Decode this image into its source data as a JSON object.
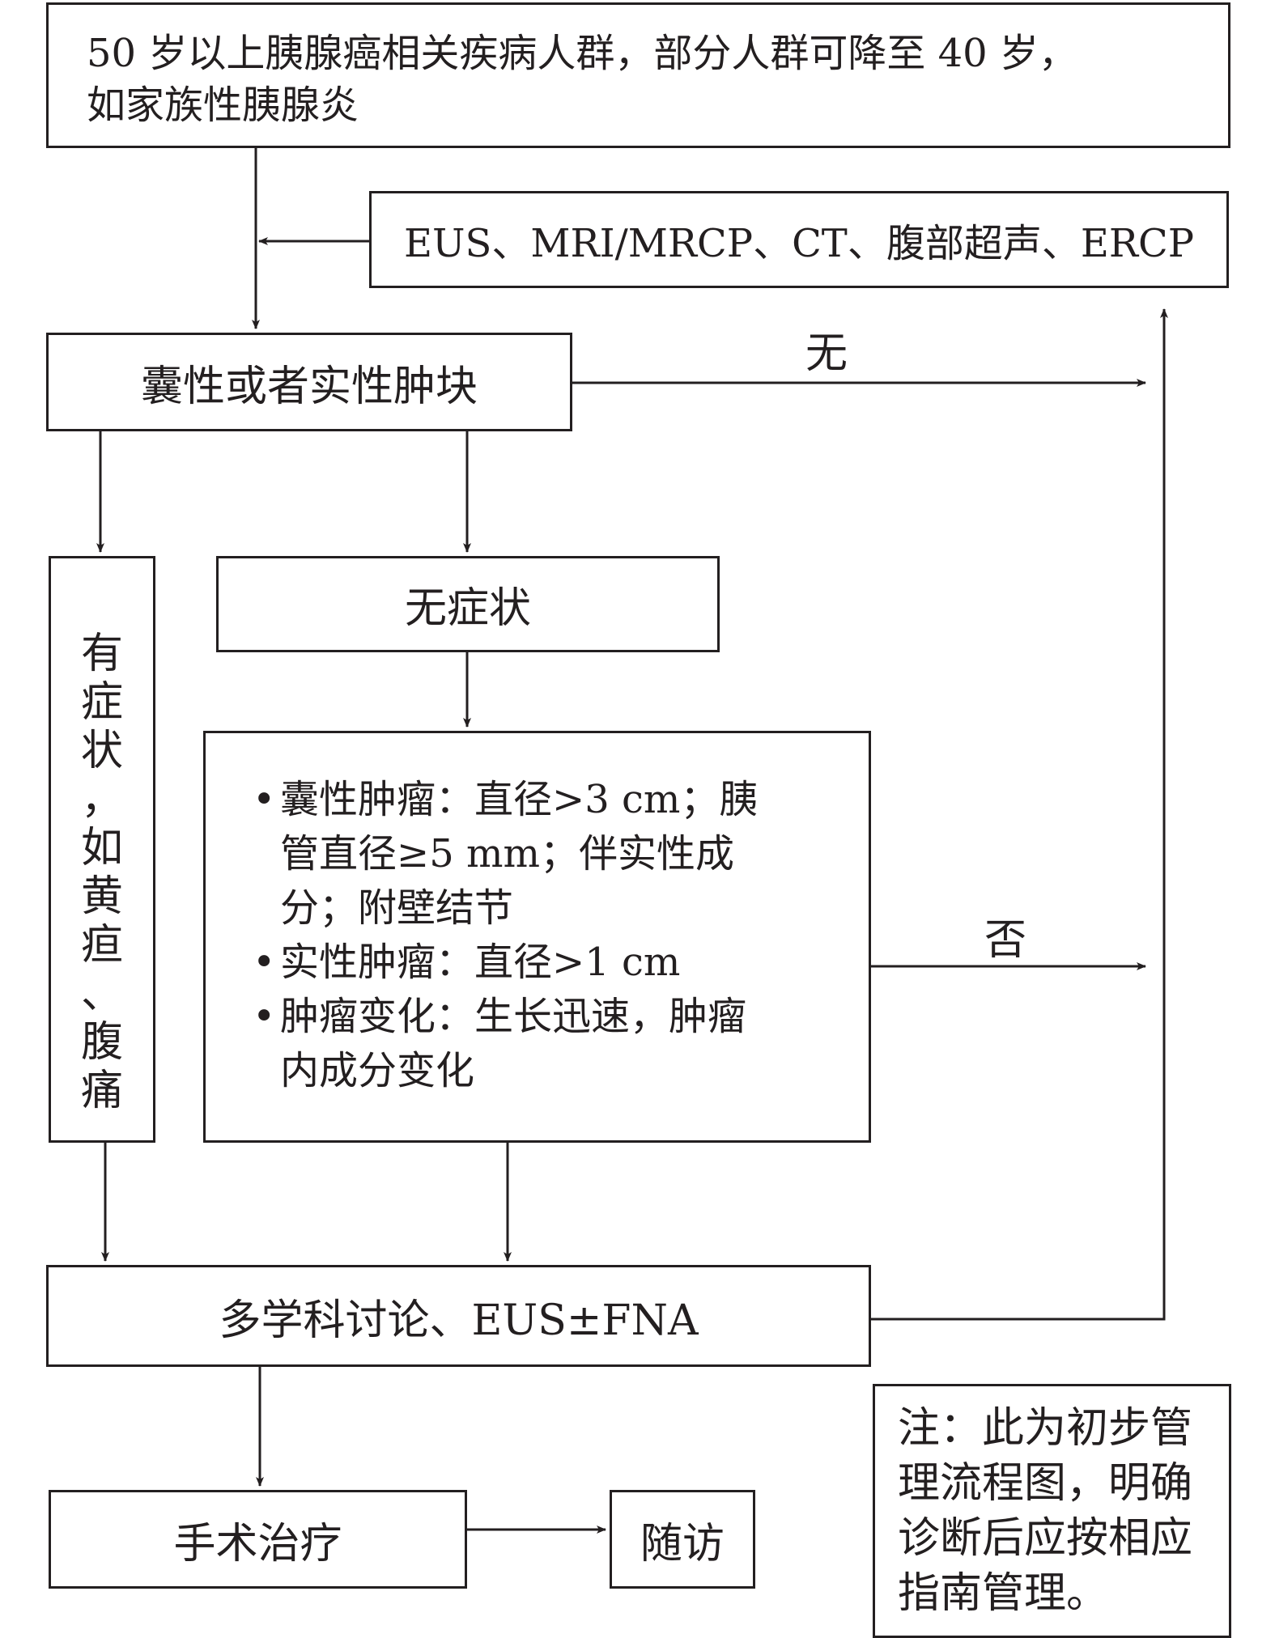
{
  "top_box": {
    "line1": "50 岁以上胰腺癌相关疾病人群，部分人群可降至 40 岁，",
    "line2": "如家族性胰腺炎"
  },
  "imaging_box": {
    "label": "EUS、MRI/MRCP、CT、腹部超声、ERCP"
  },
  "mass_box": {
    "label": "囊性或者实性肿块"
  },
  "edge_none": {
    "label": "无"
  },
  "symptomatic_box": {
    "chars": [
      "有",
      "症",
      "状",
      "，",
      "如",
      "黄",
      "疸",
      "、",
      "腹",
      "痛"
    ]
  },
  "asymptomatic_box": {
    "label": "无症状"
  },
  "criteria_box": {
    "bullet": "•",
    "cyst_1": "囊性肿瘤：直径>3 cm；胰",
    "cyst_2": "管直径≥5 mm；伴实性成",
    "cyst_3": "分；附壁结节",
    "solid_1": "实性肿瘤：直径>1 cm",
    "change_1": "肿瘤变化：生长迅速，肿瘤",
    "change_2": "内成分变化"
  },
  "edge_no": {
    "label": "否"
  },
  "mdt_box": {
    "label": "多学科讨论、EUS±FNA"
  },
  "surgery_box": {
    "label": "手术治疗"
  },
  "followup_box": {
    "label": "随访"
  },
  "note_box": {
    "line1": "注：此为初步管",
    "line2": "理流程图，明确",
    "line3": "诊断后应按相应",
    "line4": "指南管理。"
  },
  "colors": {
    "stroke": "#231f20",
    "background": "#ffffff"
  }
}
